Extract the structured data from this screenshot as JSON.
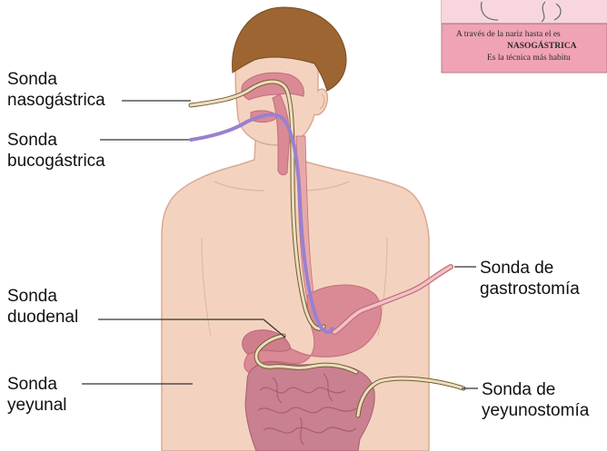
{
  "labels": {
    "nasogastrica": "Sonda\nnasogástrica",
    "bucogastrica": "Sonda\nbucogástrica",
    "duodenal": "Sonda\nduodenal",
    "yeyunal": "Sonda\nyeyunal",
    "gastrostomia": "Sonda de\ngastrostomía",
    "yeyunostomia": "Sonda de\nyeyunostomía"
  },
  "inset": {
    "line1": "A través de la nariz hasta el es",
    "line2": "NASOGÁSTRICA",
    "line3": "Es la técnica más habitu"
  },
  "colors": {
    "skin": "#f3d3bf",
    "skin_outline": "#d9a993",
    "hair": "#9c6531",
    "organ": "#d98a95",
    "organ_dark": "#c56b7a",
    "intestine": "#c98090",
    "tube_purple": "#9a80cf",
    "tube_tan": "#e9dec0",
    "tube_outline": "#7a5a2f",
    "inset_bg": "#f0a3b5"
  }
}
